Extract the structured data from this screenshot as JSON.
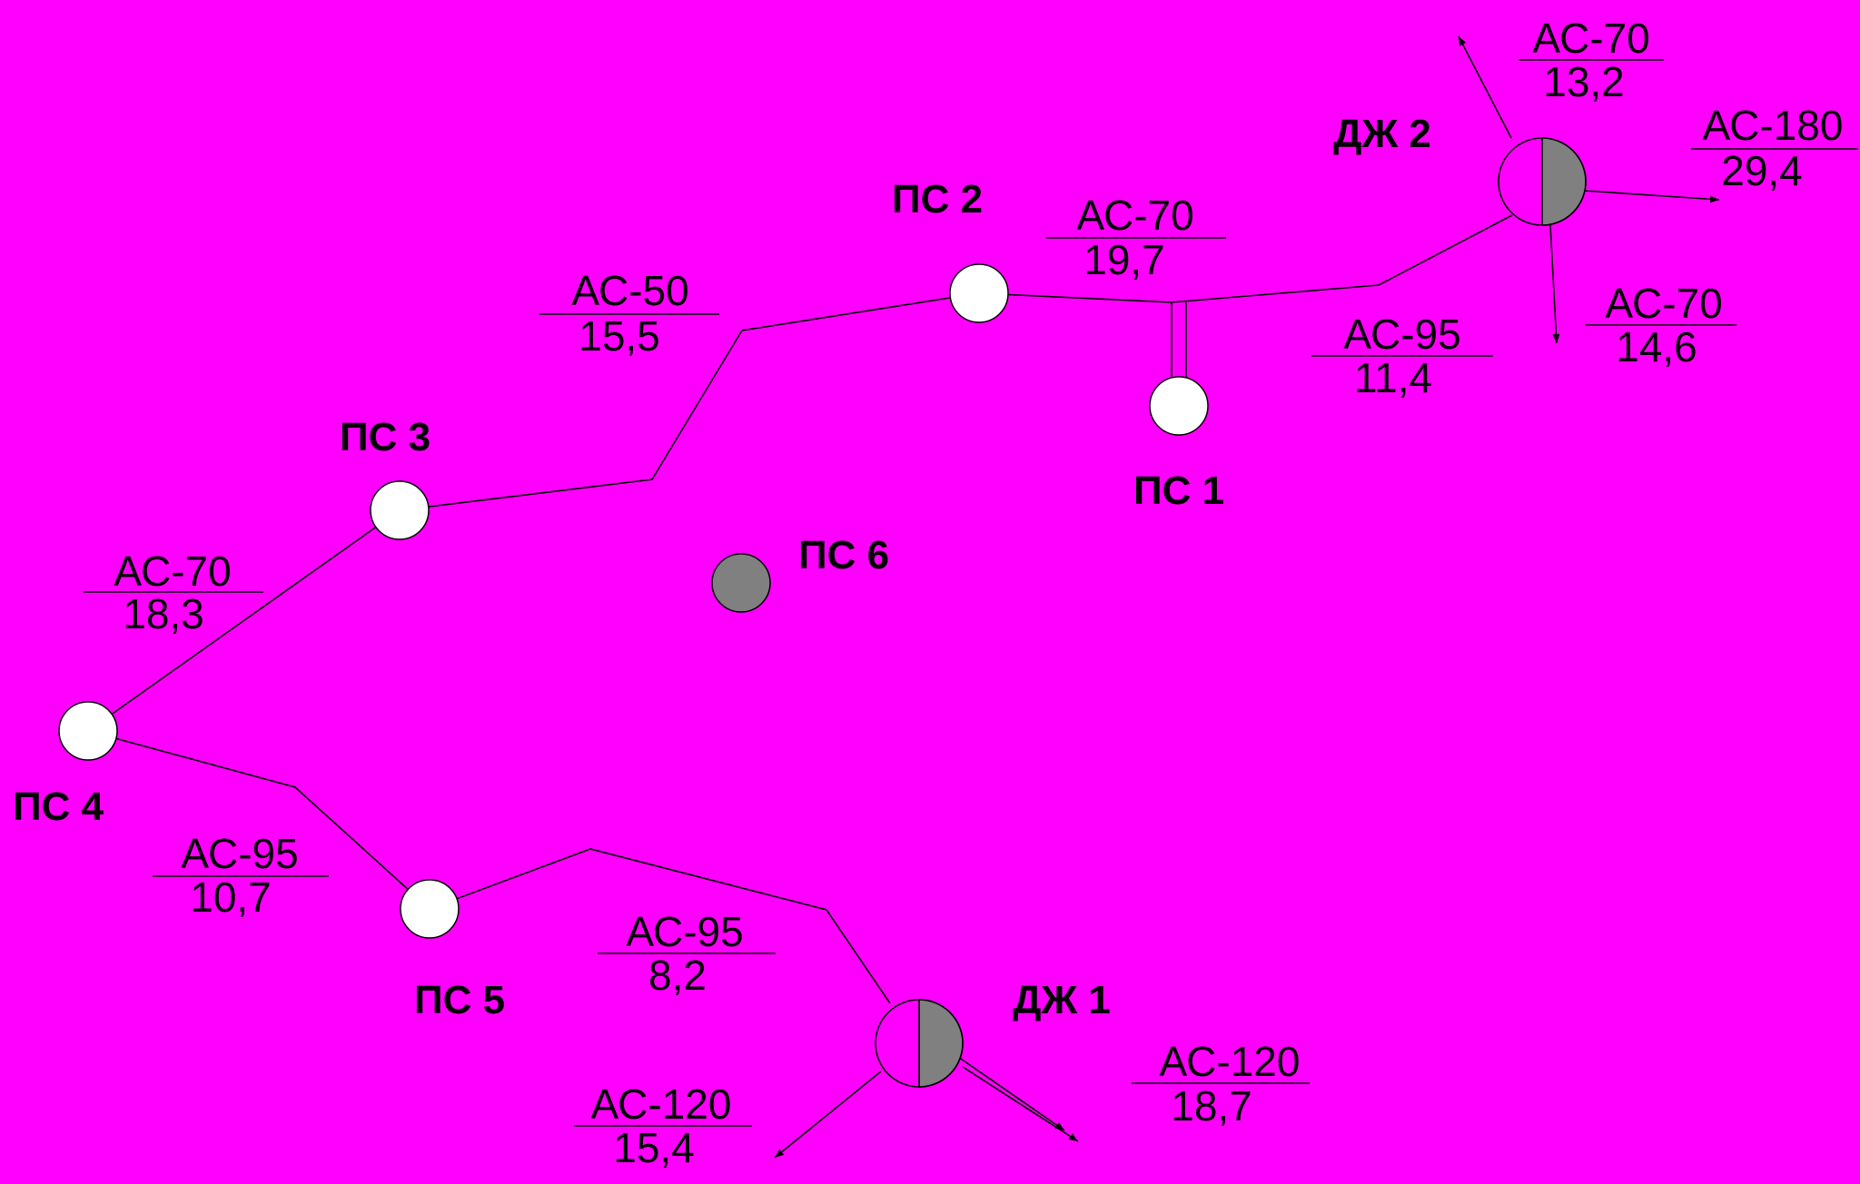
{
  "diagram": {
    "background": "#ff00ff",
    "node_fill": "#ffffff",
    "source_fill": "#808080",
    "nodes": {
      "ps1": {
        "label": "ПС 1"
      },
      "ps2": {
        "label": "ПС 2"
      },
      "ps3": {
        "label": "ПС 3"
      },
      "ps4": {
        "label": "ПС 4"
      },
      "ps5": {
        "label": "ПС 5"
      },
      "ps6": {
        "label": "ПС 6"
      },
      "dzh1": {
        "label": "ДЖ 1"
      },
      "dzh2": {
        "label": "ДЖ 2"
      }
    },
    "lines": {
      "ps3_ps2": {
        "wire": "АС-50",
        "length": "15,5"
      },
      "ps2_dzh2": {
        "wire": "АС-70",
        "length": "19,7"
      },
      "ps1_dzh2": {
        "wire": "АС-95",
        "length": "11,4"
      },
      "ps4_ps3": {
        "wire": "АС-70",
        "length": "18,3"
      },
      "ps4_ps5": {
        "wire": "АС-95",
        "length": "10,7"
      },
      "ps5_dzh1": {
        "wire": "АС-95",
        "length": "8,2"
      },
      "dzh2_up": {
        "wire": "АС-70",
        "length": "13,2"
      },
      "dzh2_right": {
        "wire": "АС-180",
        "length": "29,4"
      },
      "dzh2_down": {
        "wire": "АС-70",
        "length": "14,6"
      },
      "dzh1_left": {
        "wire": "АС-120",
        "length": "15,4"
      },
      "dzh1_right": {
        "wire": "АС-120",
        "length": "18,7"
      }
    }
  }
}
